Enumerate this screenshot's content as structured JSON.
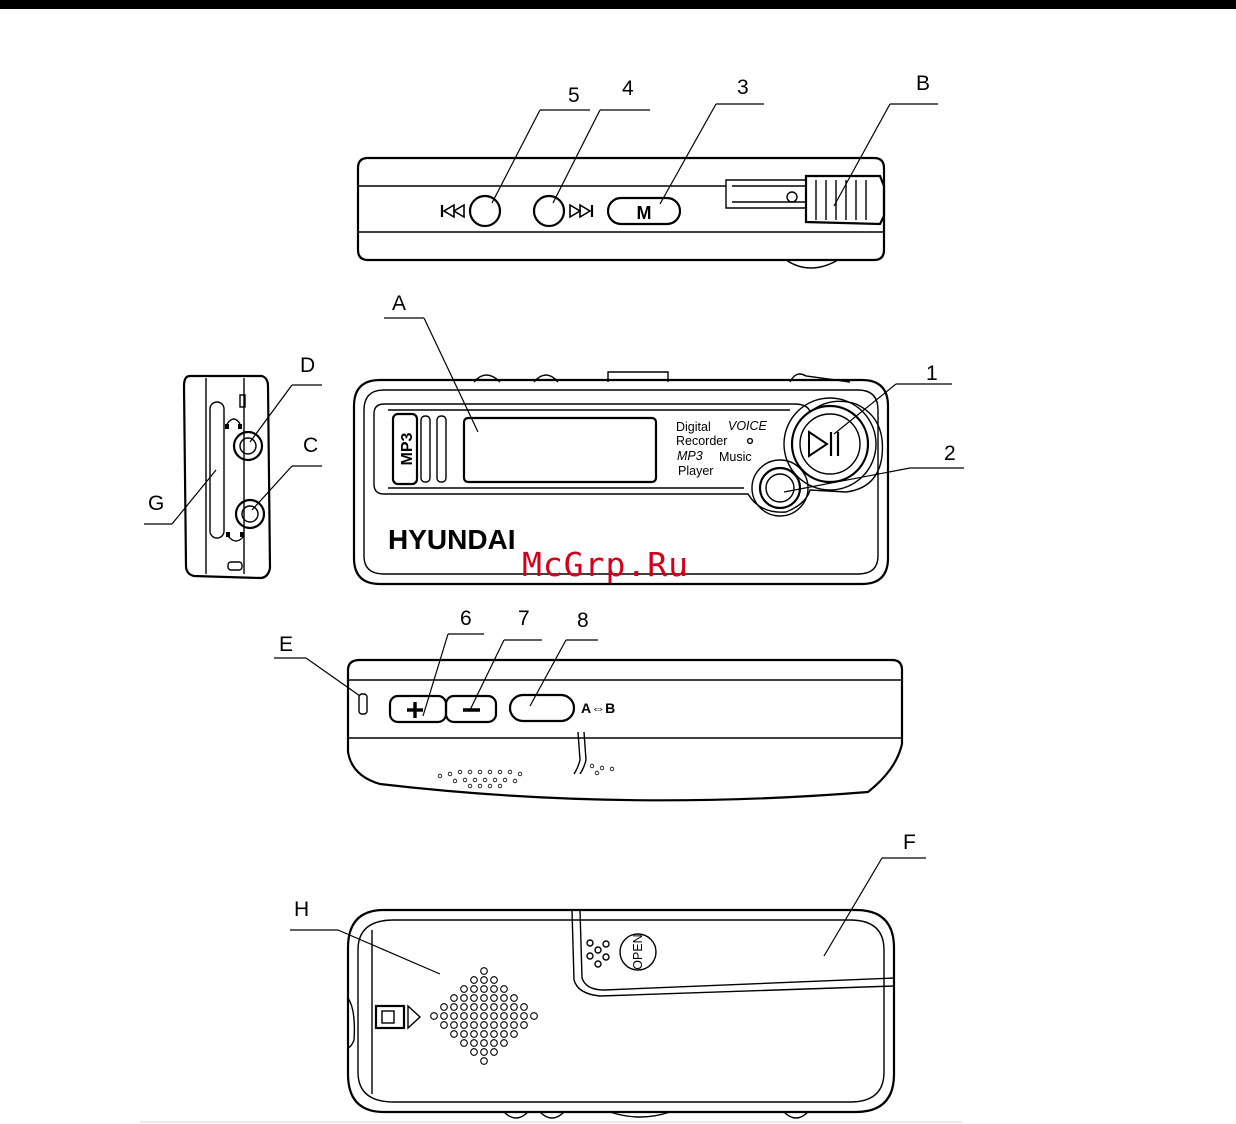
{
  "device": {
    "brand": "HYUNDAI",
    "mp3_badge": "MP3",
    "front_text": {
      "digital": "Digital",
      "voice": "VOICE",
      "recorder": "Recorder",
      "mp3": "MP3",
      "music": "Music",
      "player": "Player"
    },
    "m_button": "M",
    "ab_label": "A⇔B",
    "open_label": "OPEN"
  },
  "callouts": {
    "n1": "1",
    "n2": "2",
    "n3": "3",
    "n4": "4",
    "n5": "5",
    "n6": "6",
    "n7": "7",
    "n8": "8",
    "A": "A",
    "B": "B",
    "C": "C",
    "D": "D",
    "E": "E",
    "F": "F",
    "G": "G",
    "H": "H"
  },
  "watermark": "McGrp.Ru",
  "colors": {
    "watermark": "#d2001a",
    "line": "#000000",
    "background": "#ffffff"
  }
}
